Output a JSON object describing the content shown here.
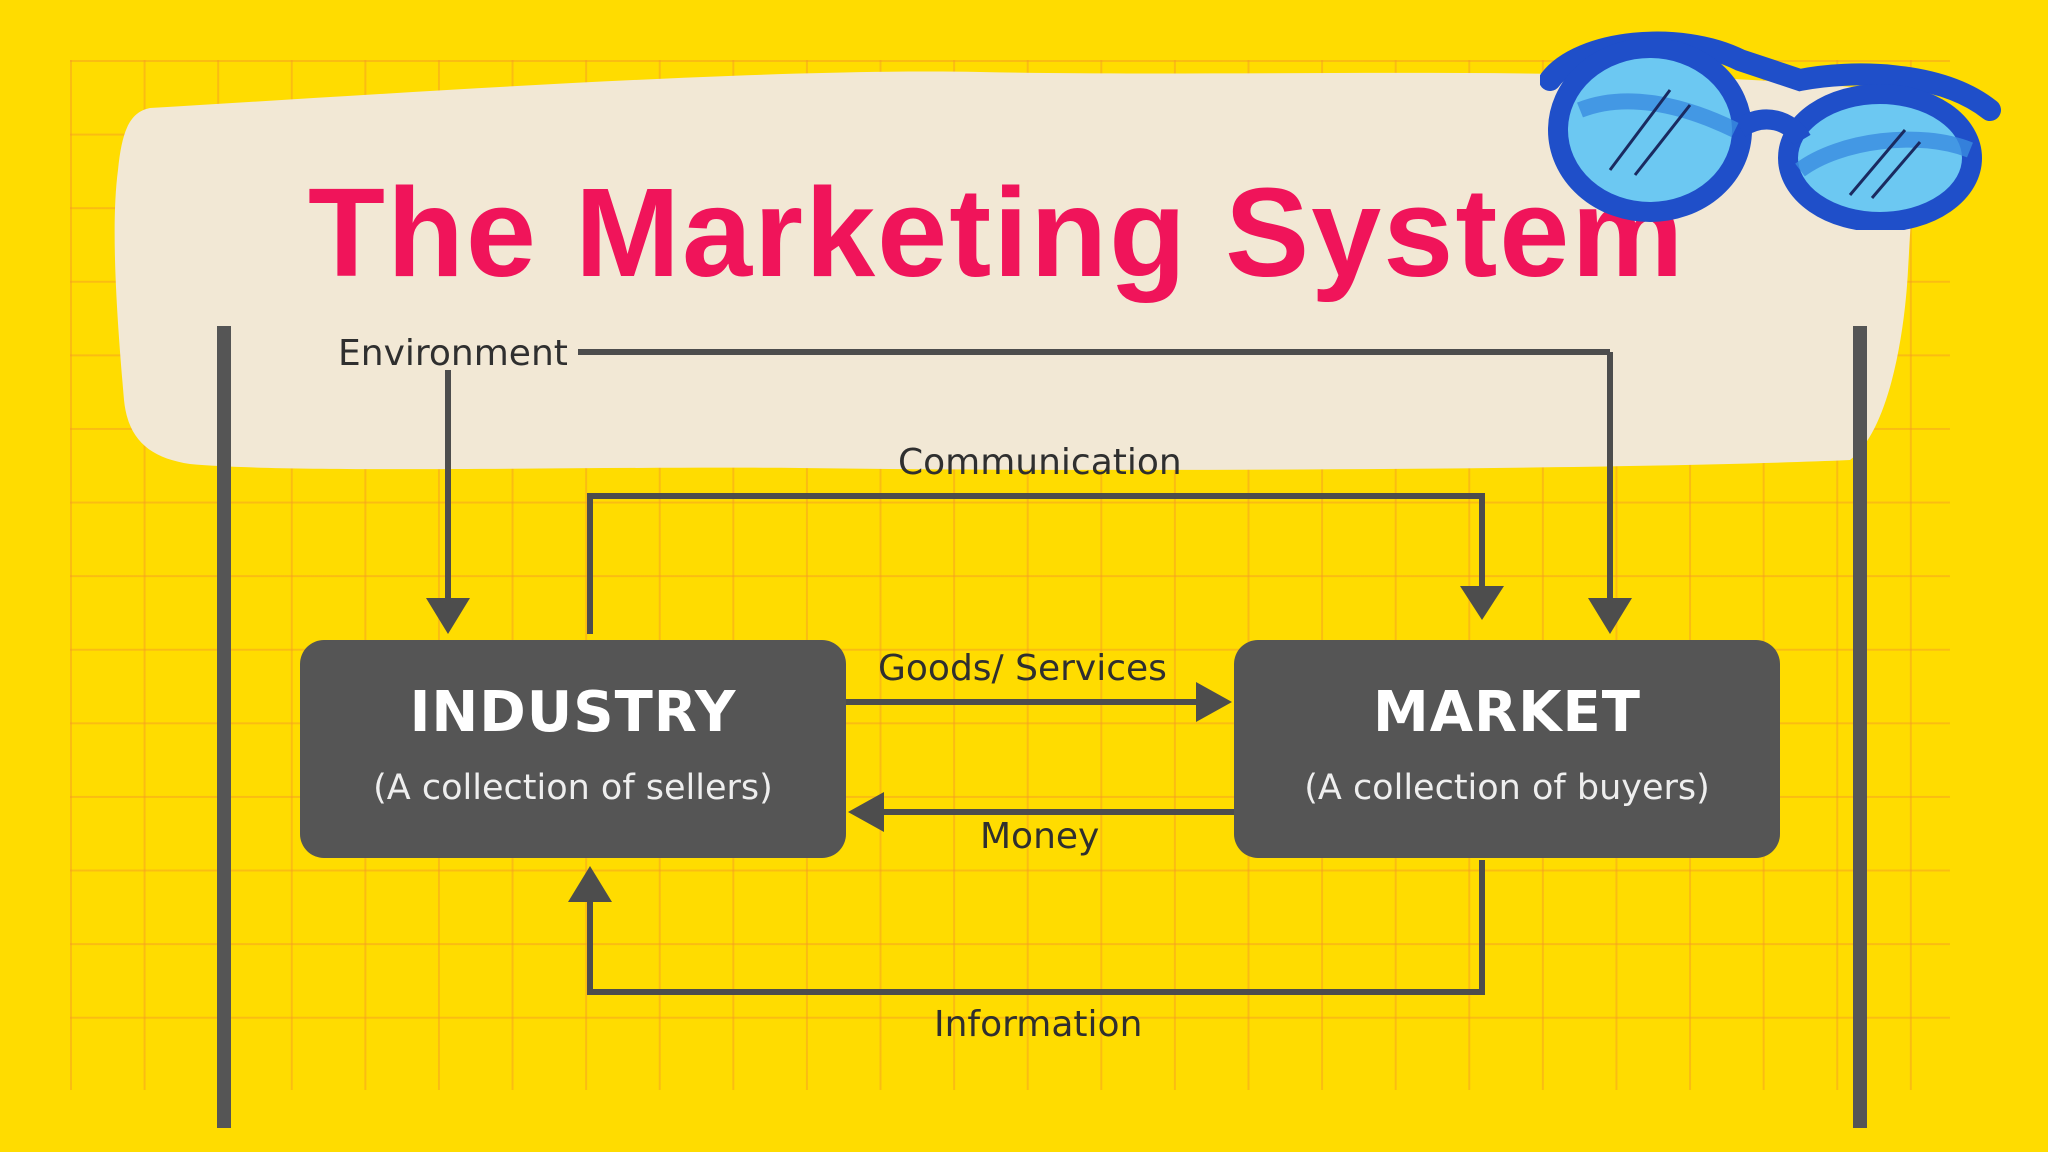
{
  "title": "The Marketing System",
  "colors": {
    "background": "#FFDC00",
    "title": "#F0145A",
    "box": "#555555",
    "banner": "#F2E8D5"
  },
  "nodes": {
    "industry": {
      "name": "INDUSTRY",
      "description": "(A collection of sellers)"
    },
    "market": {
      "name": "MARKET",
      "description": "(A collection of buyers)"
    }
  },
  "flows": {
    "environment": "Environment",
    "communication": "Communication",
    "goods_services": "Goods/ Services",
    "money": "Money",
    "information": "Information"
  },
  "decorations": [
    "sunglasses-icon"
  ]
}
